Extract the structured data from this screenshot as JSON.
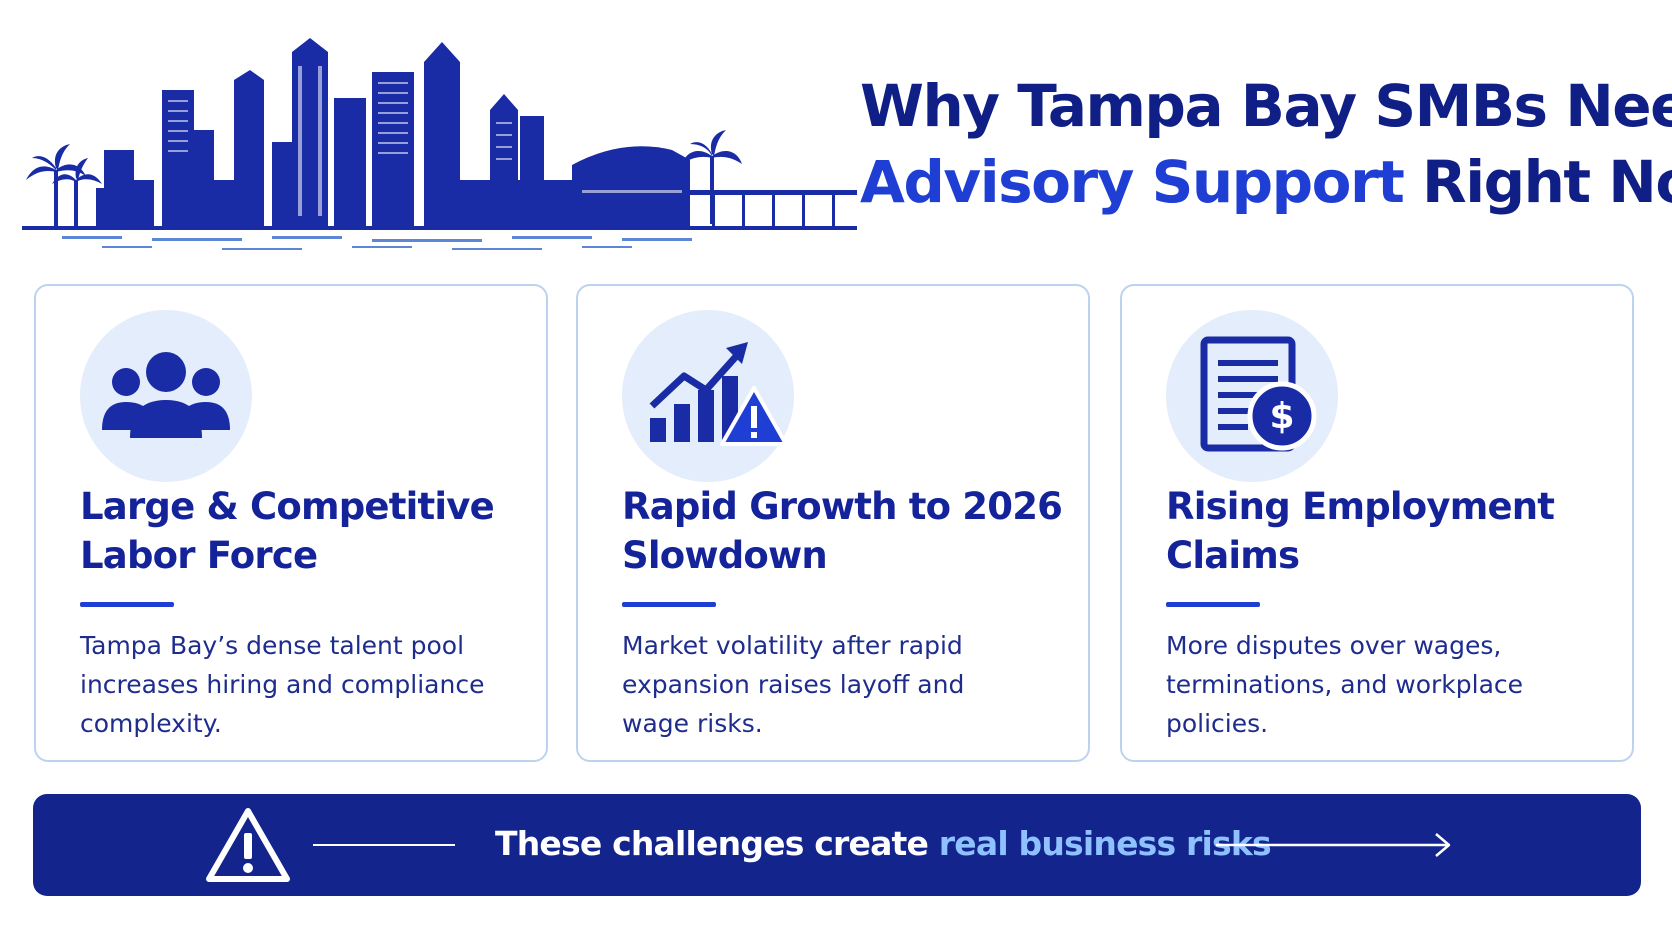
{
  "header": {
    "title_line1": "Why Tampa Bay SMBs Need",
    "title_line2_accent": "Advisory Support",
    "title_line2_rest": " Right Now"
  },
  "cards": [
    {
      "icon": "people-group-icon",
      "title_line1": "Large & Competitive",
      "title_line2": "Labor Force",
      "body_line1": "Tampa Bay’s dense talent pool",
      "body_line2": "increases hiring and compliance",
      "body_line3": "complexity."
    },
    {
      "icon": "growth-chart-warning-icon",
      "title_line1": "Rapid Growth to 2026",
      "title_line2": "Slowdown",
      "body_line1": "Market volatility after rapid",
      "body_line2": "expansion raises layoff and",
      "body_line3": "wage risks."
    },
    {
      "icon": "document-dollar-icon",
      "title_line1": "Rising Employment",
      "title_line2": "Claims",
      "body_line1": "More disputes over wages,",
      "body_line2": "terminations, and workplace",
      "body_line3": "policies."
    }
  ],
  "banner": {
    "icon": "warning-triangle-icon",
    "text": "These challenges create ",
    "highlight": "real business risks"
  },
  "colors": {
    "navy": "#0f1f86",
    "accent_blue": "#1f3fd4",
    "banner_bg": "#13248c",
    "highlight": "#8fc1ff",
    "card_border": "#bcd3f0",
    "icon_circle": "#e4edfb"
  }
}
